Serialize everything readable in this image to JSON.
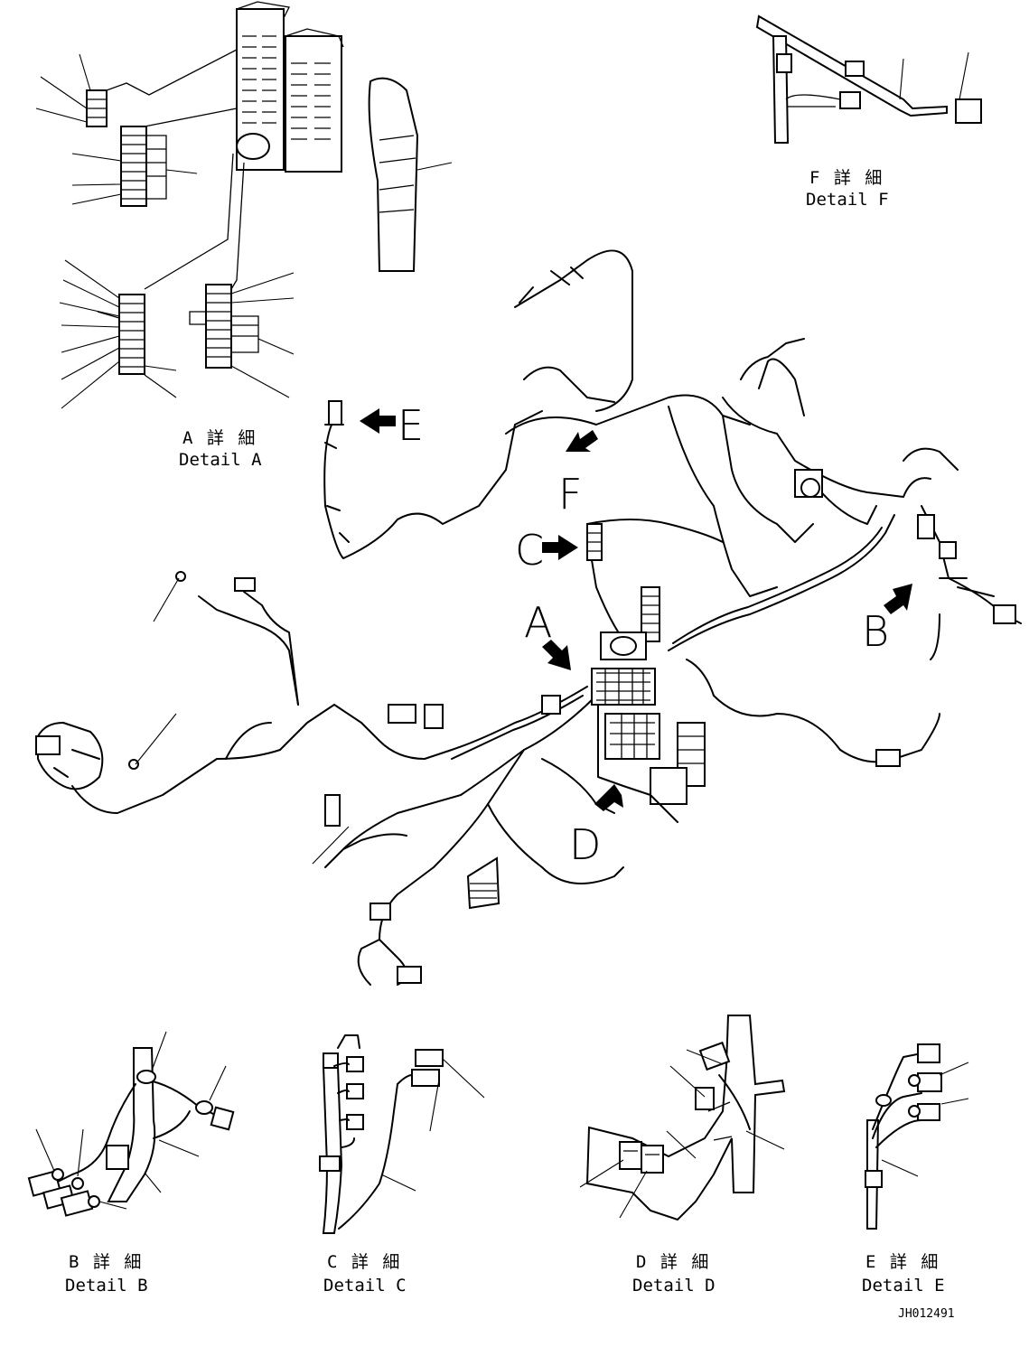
{
  "drawing_code": "JH012491",
  "callouts": {
    "A": "A",
    "B": "B",
    "C": "C",
    "D": "D",
    "E": "E",
    "F": "F"
  },
  "details": {
    "A": {
      "jp": "A 詳 細",
      "en": "Detail A"
    },
    "B": {
      "jp": "B 詳 細",
      "en": "Detail B"
    },
    "C": {
      "jp": "C 詳 細",
      "en": "Detail C"
    },
    "D": {
      "jp": "D 詳 細",
      "en": "Detail D"
    },
    "E": {
      "jp": "E 詳 細",
      "en": "Detail E"
    },
    "F": {
      "jp": "F 詳 細",
      "en": "Detail F"
    }
  },
  "colors": {
    "line": "#000000",
    "background": "#ffffff"
  }
}
